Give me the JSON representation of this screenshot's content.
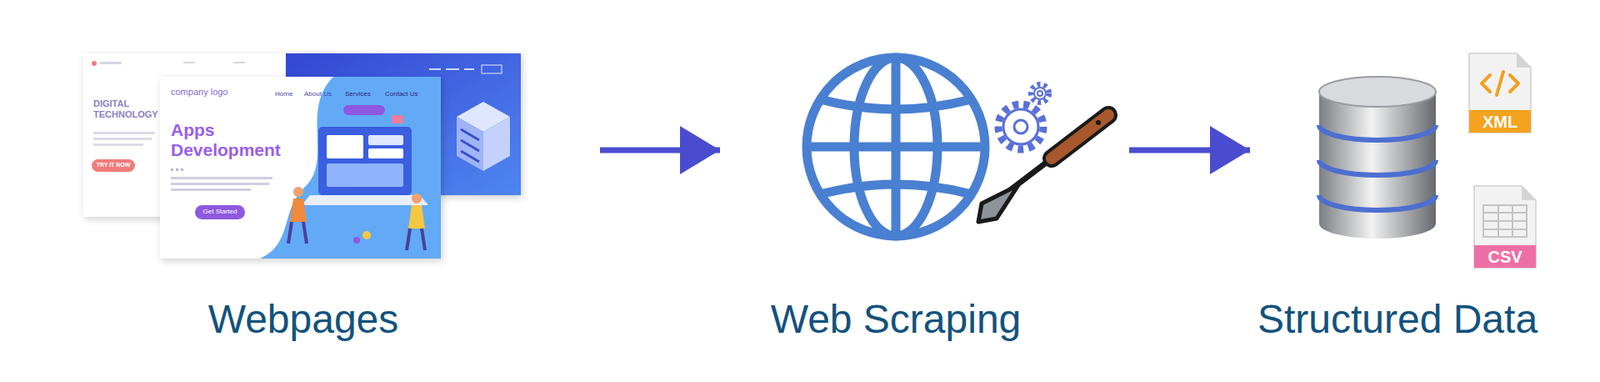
{
  "diagram": {
    "nodes": [
      {
        "text": [
          "Webpages"
        ]
      },
      {
        "text": [
          "Web Scraping"
        ]
      },
      {
        "text": [
          "Structured Data"
        ]
      }
    ],
    "edges": [
      {
        "from": 0,
        "to": 1,
        "arrow": "to"
      },
      {
        "from": 1,
        "to": 2,
        "arrow": "to"
      }
    ],
    "labels": [
      "DIGITAL TECHNOLOGY",
      "TRY IT NOW",
      "company logo",
      "Home",
      "About Us",
      "Services",
      "Contact Us",
      "Apps Development",
      "Get Started",
      "XML",
      "CSV"
    ]
  }
}
